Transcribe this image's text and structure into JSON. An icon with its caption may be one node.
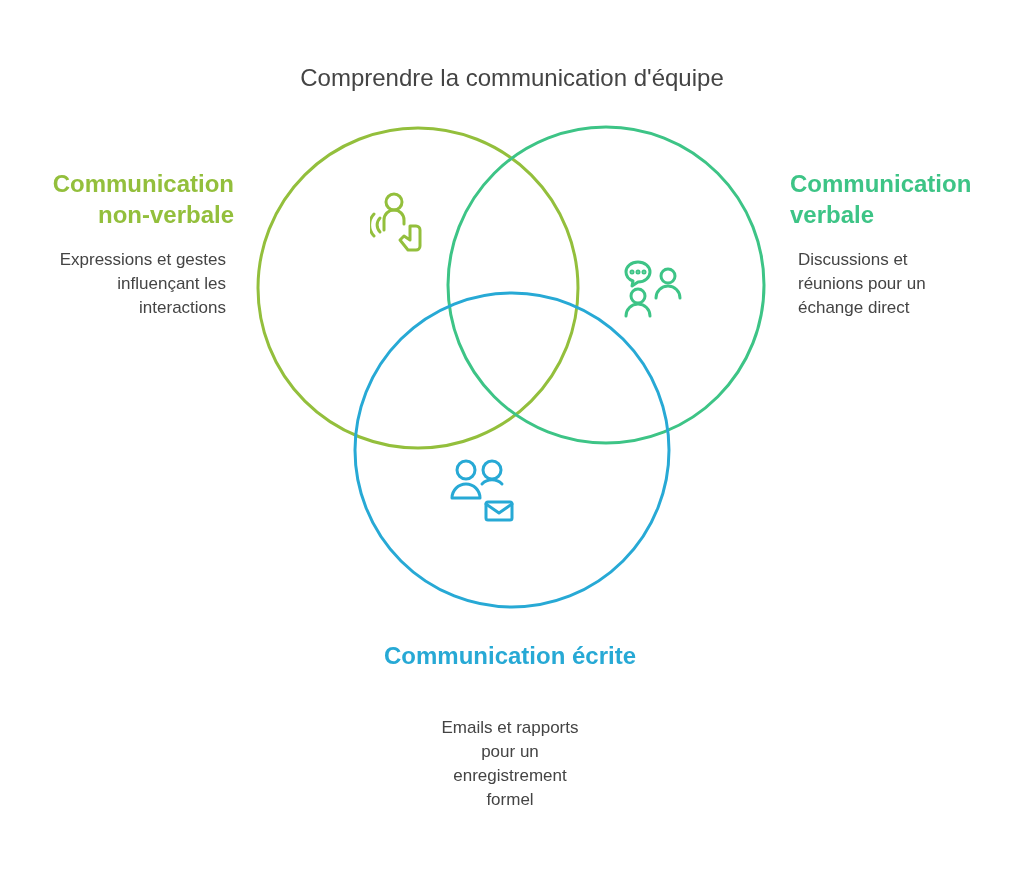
{
  "diagram": {
    "title": "Comprendre la communication d'équipe",
    "nodes": [
      {
        "text": [],
        "shape": "circle",
        "beside": [
          "Communication non-verbale",
          "Expressions et gestes influençant les interactions"
        ]
      },
      {
        "text": [],
        "shape": "circle",
        "beside": [
          "Communication verbale",
          "Discussions et réunions pour un échange direct"
        ]
      },
      {
        "text": [],
        "shape": "circle",
        "beside": [
          "Communication écrite",
          "Emails et rapports pour un enregistrement formel"
        ]
      }
    ]
  }
}
